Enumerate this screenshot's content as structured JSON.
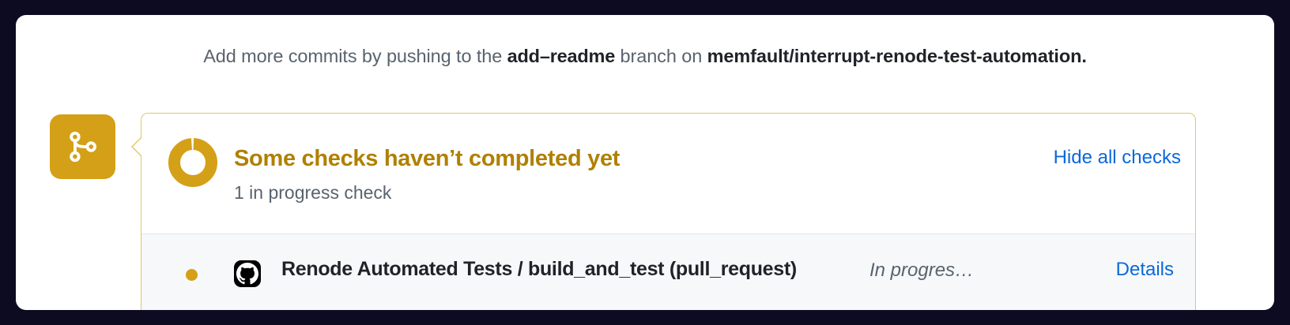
{
  "theme": {
    "page_background": "#0d0b21",
    "card_background": "#ffffff",
    "accent_gold": "#d4a017",
    "title_gold": "#b08000",
    "link_blue": "#0969da",
    "muted_text": "#59636e",
    "strong_text": "#1f2328",
    "bubble_border": "#e3c767",
    "row_background": "#f6f8fa",
    "row_divider": "#e1e6ec"
  },
  "commits_notice": {
    "lead": "Add more commits by pushing to the",
    "branch": "add–readme",
    "middle": "branch on",
    "repo": "memfault/interrupt-renode-test-automation",
    "period": "."
  },
  "pr_badge": {
    "icon": "git-pull-request-icon",
    "background": "#d4a017"
  },
  "checks": {
    "status_icon": "in-progress-spinner-icon",
    "title": "Some checks haven’t completed yet",
    "subtitle": "1 in progress check",
    "toggle_label": "Hide all checks",
    "rows": [
      {
        "dot": "pending-dot-icon",
        "provider_icon": "github-actions-icon",
        "name": "Renode Automated Tests / build_and_test (pull_request)",
        "status": "In progres…",
        "action_label": "Details"
      }
    ]
  }
}
